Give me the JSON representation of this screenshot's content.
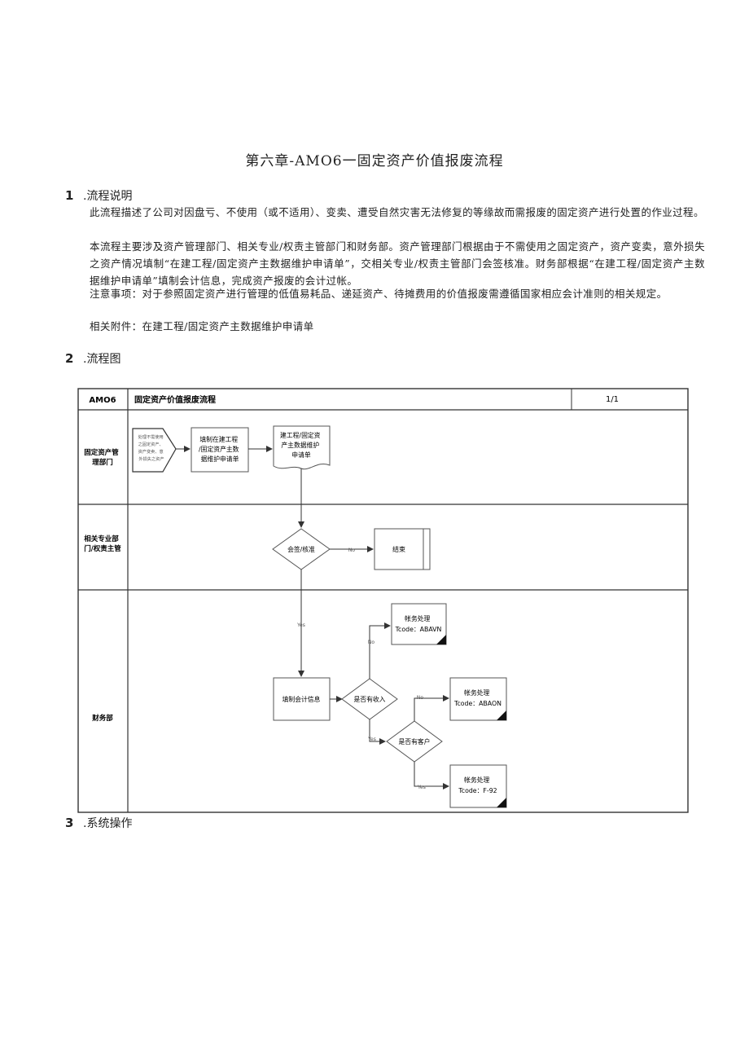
{
  "page": {
    "title": "第六章-AMO6一固定资产价值报废流程",
    "section1": {
      "number": "1",
      "heading": ".流程说明",
      "paragraphs": [
        "此流程描述了公司对因盘亏、不使用（或不适用）、变卖、遭受自然灾害无法修复的等缘故而需报废的固定资产进行处置的作业过程。",
        "本流程主要涉及资产管理部门、相关专业/权责主管部门和财务部。资产管理部门根据由于不需使用之固定资产，资产变卖，意外损失之资产情况填制“在建工程/固定资产主数据维护申请单”，交相关专业/权责主管部门会签核准。财务部根据“在建工程/固定资产主数据维护申请单”填制会计信息，完成资产报废的会计过帐。",
        "注意事项：对于参照固定资产进行管理的低值易耗品、递延资产、待摊费用的价值报废需遵循国家相应会计准则的相关规定。",
        "相关附件：在建工程/固定资产主数据维护申请单"
      ]
    },
    "section2": {
      "number": "2",
      "heading": ".流程图"
    },
    "section3": {
      "number": "3",
      "heading": ".系统操作"
    }
  },
  "flowchart": {
    "code": "AMO6",
    "name": "固定资产价值报废流程",
    "page": "1/1",
    "lanes": {
      "asset": [
        "固定资产管",
        "理部门"
      ],
      "related": [
        "相关专业部",
        "门/权责主管"
      ],
      "finance": "财务部"
    },
    "nodes": {
      "start": [
        "处理不需使用",
        "之固定资产、",
        "资产变卖、意",
        "外损失之资产"
      ],
      "fill_request": [
        "填制在建工程",
        "/固定资产主数",
        "据维护申请单"
      ],
      "request_doc": [
        "建工程/固定资",
        "产主数据维护",
        "申请单"
      ],
      "approve": "会签/核准",
      "end": "结束",
      "fill_accounting": "填制会计信息",
      "has_income": "是否有收入",
      "has_customer": "是否有客户",
      "post_abavn": [
        "帐务处理",
        "Tcode：ABAVN"
      ],
      "post_abaon": [
        "帐务处理",
        "Tcode：ABAON"
      ],
      "post_f92": [
        "帐务处理",
        "Tcode：F-92"
      ]
    },
    "edges": {
      "no": "No",
      "yes": "Yes"
    }
  }
}
